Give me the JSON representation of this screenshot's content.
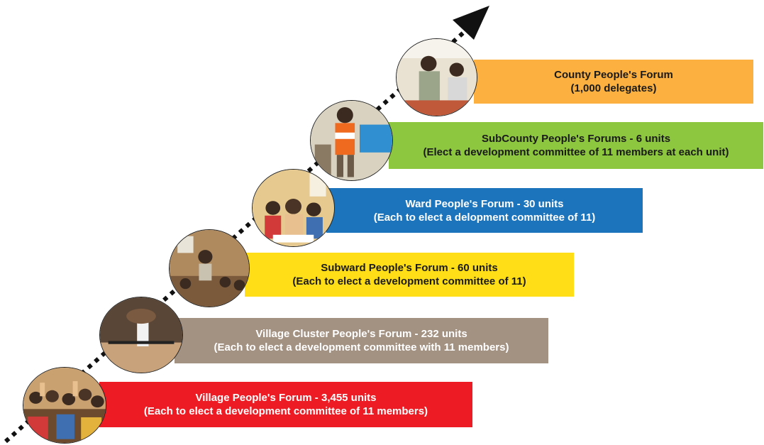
{
  "levels": [
    {
      "title": "Village People's Forum - 3,455 units",
      "subtitle": "(Each to elect a development committee of 11 members)",
      "color": "#ed1c24",
      "text_color": "#ffffff",
      "photo": "crowd-photo"
    },
    {
      "title": "Village Cluster People's Forum - 232 units",
      "subtitle": "(Each to elect a development committee with 11 members)",
      "color": "#a39182",
      "text_color": "#ffffff",
      "photo": "ballot-box-photo"
    },
    {
      "title": "Subward People's Forum - 60 units",
      "subtitle": "(Each to elect a development committee of 11)",
      "color": "#ffde17",
      "text_color": "#1a1a1a",
      "photo": "meeting-photo"
    },
    {
      "title": "Ward People's Forum - 30 units",
      "subtitle": "(Each to elect a delopment committee of 11)",
      "color": "#1c75bc",
      "text_color": "#ffffff",
      "photo": "seated-audience-photo"
    },
    {
      "title": "SubCounty People's Forums - 6 units",
      "subtitle": "(Elect a development committee of 11 members at each unit)",
      "color": "#8dc63f",
      "text_color": "#1a1a1a",
      "photo": "voting-photo"
    },
    {
      "title": "County People's Forum",
      "subtitle": "(1,000 delegates)",
      "color": "#fbb040",
      "text_color": "#1a1a1a",
      "photo": "delegates-photo"
    }
  ]
}
